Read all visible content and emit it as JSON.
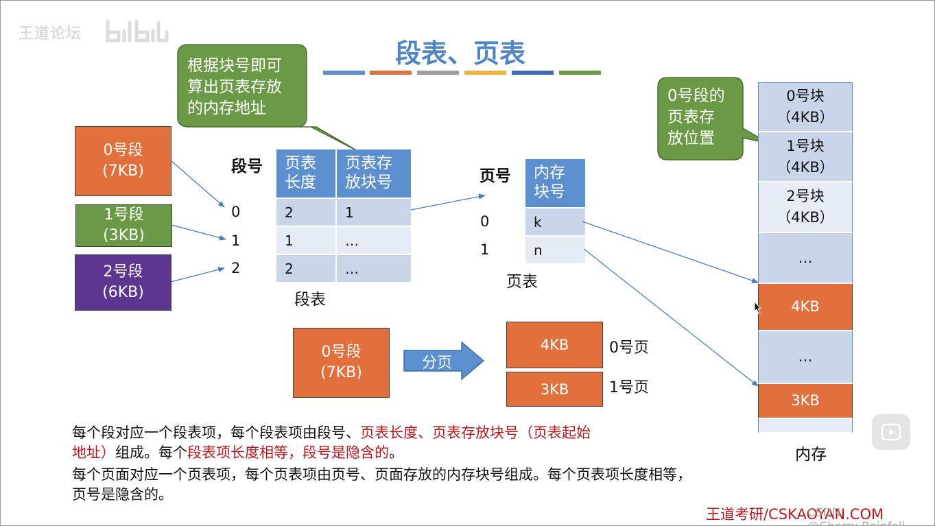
{
  "watermark_top": "王道论坛",
  "title": "段表、页表",
  "title_bar_colors": [
    "#5b8fd0",
    "#e2703d",
    "#9e9e9e",
    "#f2b33d",
    "#3d6bb8",
    "#6a9a45"
  ],
  "callout_left": "根据块号即可\n算出页表存放\n的内存地址",
  "callout_right": "0号段的\n页表存\n放位置",
  "segments": [
    {
      "label": "0号段\n(7KB)"
    },
    {
      "label": "1号段\n(3KB)"
    },
    {
      "label": "2号段\n(6KB)"
    }
  ],
  "segment_table": {
    "row_header": "段号",
    "col1": "页表\n长度",
    "col2": "页表存\n放块号",
    "row_nums": [
      "0",
      "1",
      "2"
    ],
    "rows": [
      [
        "2",
        "1"
      ],
      [
        "1",
        "…"
      ],
      [
        "2",
        "…"
      ]
    ],
    "caption": "段表"
  },
  "page_table": {
    "row_header": "页号",
    "col": "内存\n块号",
    "row_nums": [
      "0",
      "1"
    ],
    "rows": [
      "k",
      "n"
    ],
    "caption": "页表"
  },
  "memory": {
    "blocks": [
      "0号块\n（4KB）",
      "1号块\n（4KB）",
      "2号块\n（4KB）",
      "…",
      "4KB",
      "…",
      "3KB",
      ""
    ],
    "caption": "内存"
  },
  "split_demo": {
    "segment": "0号段\n(7KB)",
    "arrow_label": "分页",
    "pages": [
      "4KB",
      "3KB"
    ],
    "page_labels": [
      "0号页",
      "1号页"
    ]
  },
  "desc": {
    "line1_a": "每个段对应一个段表项，每个段表项由段号、",
    "line1_red": "页表长度、页表存放块号（页表起始",
    "line2_red1": "地址）",
    "line2_b": "组成。每个",
    "line2_red2": "段表项长度相等，段号是隐含的",
    "line2_c": "。",
    "para2": "每个页面对应一个页表项，每个页表项由页号、页面存放的内存块号组成。每个页表项长度相等，页号是隐含的。"
  },
  "footer": "王道考研/CSKAOYAN.COM",
  "footer_overlay": "CSDN @Cherry·Rainfall"
}
